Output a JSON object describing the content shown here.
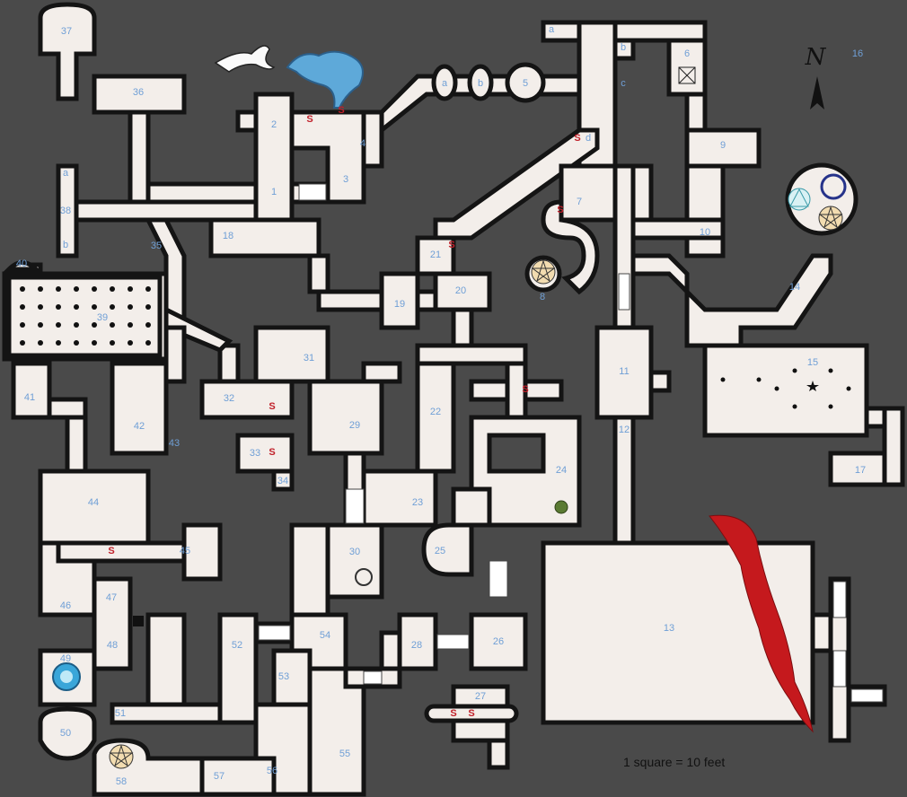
{
  "map": {
    "scale_text": "1 square = 10 feet",
    "compass_label": "N",
    "colors": {
      "background": "#4a4a4a",
      "floor": "#f3eeea",
      "walls": "#141414",
      "grid": "#a9b8e8",
      "room_numbers": "#6f9fd6",
      "secret_doors": "#c0202a",
      "water": "#5ea9d9",
      "lava": "#c5191d",
      "shaded_floor": "#d7d7d7"
    },
    "room_labels": [
      "1",
      "2",
      "3",
      "4",
      "5",
      "6",
      "7",
      "8",
      "9",
      "10",
      "11",
      "12",
      "13",
      "14",
      "15",
      "16",
      "17",
      "18",
      "19",
      "20",
      "21",
      "22",
      "23",
      "24",
      "25",
      "26",
      "27",
      "28",
      "29",
      "30",
      "31",
      "32",
      "33",
      "34",
      "35",
      "36",
      "37",
      "38",
      "39",
      "40",
      "41",
      "42",
      "43",
      "44",
      "45",
      "46",
      "47",
      "48",
      "49",
      "50",
      "51",
      "52",
      "53",
      "54",
      "55",
      "56",
      "57",
      "58"
    ],
    "sub_labels": [
      "a",
      "b",
      "a",
      "b",
      "c",
      "d",
      "a",
      "b"
    ],
    "secret_door_marker": "S"
  }
}
